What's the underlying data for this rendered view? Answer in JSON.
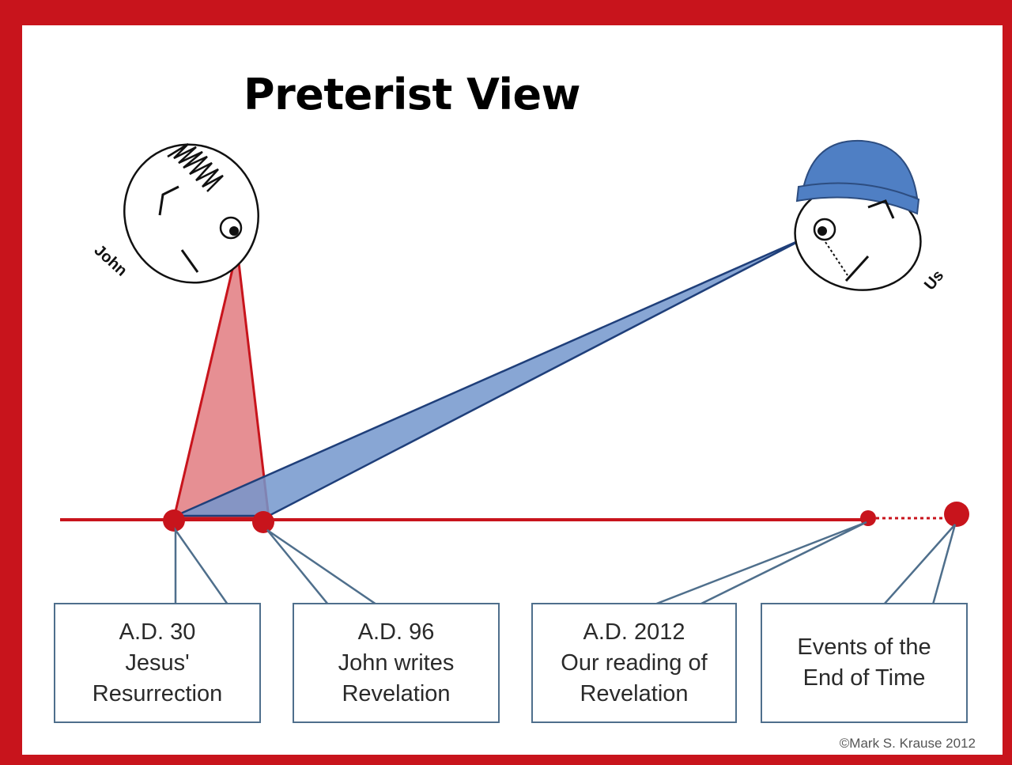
{
  "title": "Preterist View",
  "figures": {
    "john_label": "John",
    "us_label": "Us"
  },
  "callouts": [
    {
      "lines": [
        "A.D. 30",
        "Jesus'",
        "Resurrection"
      ]
    },
    {
      "lines": [
        "A.D. 96",
        "John writes",
        "Revelation"
      ]
    },
    {
      "lines": [
        "A.D. 2012",
        "Our reading of",
        "Revelation"
      ]
    },
    {
      "lines": [
        "Events of the",
        "End of Time"
      ]
    }
  ],
  "copyright": "©Mark S. Krause 2012",
  "colors": {
    "frame": "#c8141c",
    "timeline": "#c8141c",
    "red_cone": "#e27c80",
    "blue_cone": "#6f93c9",
    "callout_border": "#4f6f8c",
    "cap": "#4f7fc4"
  }
}
